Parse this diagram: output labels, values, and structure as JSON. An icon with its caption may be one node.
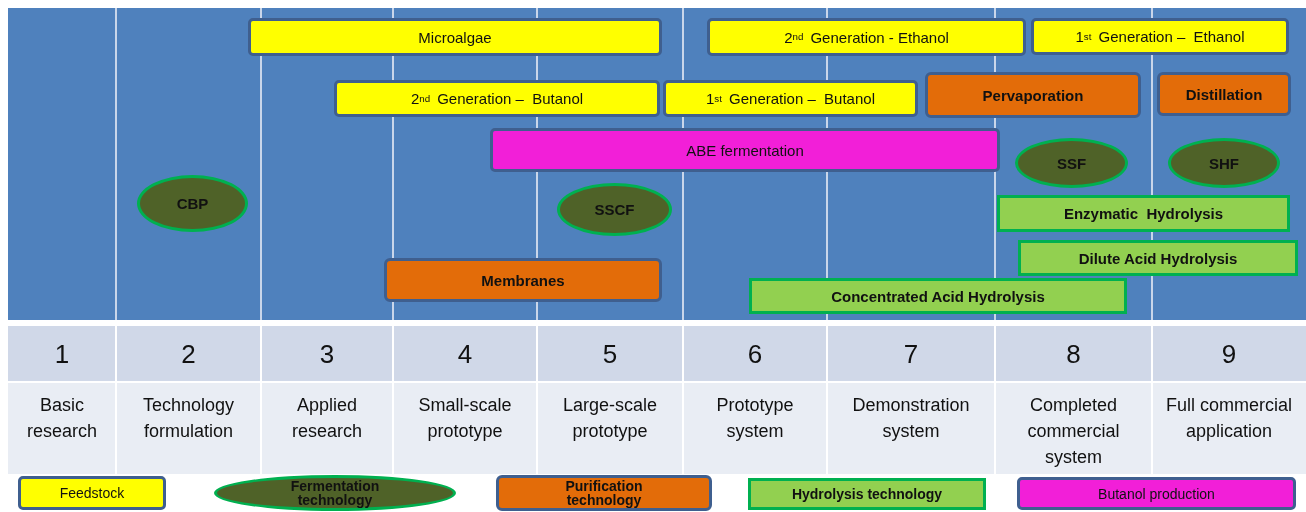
{
  "diagram": {
    "nodes": [
      {
        "text": [
          "Microalgae"
        ]
      },
      {
        "text": [
          "2$^{nd}$ Generation - Ethanol"
        ]
      },
      {
        "text": [
          "1$^{st}$ Generation –  Ethanol"
        ]
      },
      {
        "text": [
          "Pervaporation"
        ]
      },
      {
        "text": [
          "Distillation"
        ]
      },
      {
        "text": [
          "2$^{nd}$ Generation –  Butanol"
        ]
      },
      {
        "text": [
          "1$^{st}$ Generation –  Butanol"
        ]
      },
      {
        "text": [
          "ABE fermentation"
        ]
      },
      {
        "text": [
          "SSF"
        ]
      },
      {
        "text": [
          "SHF"
        ]
      },
      {
        "text": [
          "CBP"
        ]
      },
      {
        "text": [
          "SSCF"
        ]
      },
      {
        "text": [
          "Enzymatic  Hydrolysis"
        ]
      },
      {
        "text": [
          "Dilute Acid Hydrolysis"
        ]
      },
      {
        "text": [
          "Membranes"
        ]
      },
      {
        "text": [
          "Concentrated Acid Hydrolysis"
        ]
      }
    ],
    "labels": [
      "1",
      "2",
      "3",
      "4",
      "5",
      "6",
      "7",
      "8",
      "9",
      "Basic research",
      "Technology formulation",
      "Applied research",
      "Small-scale prototype",
      "Large-scale prototype",
      "Prototype system",
      "Demonstration system",
      "Completed commercial system",
      "Full commercial application"
    ],
    "legend": [
      {
        "text": "Feedstock",
        "color": "#ffff00"
      },
      {
        "text": "Fermentation technology",
        "color": "#4f6228"
      },
      {
        "text": "Purification technology",
        "color": "#e36c09"
      },
      {
        "text": "Hydrolysis technology",
        "color": "#92d050"
      },
      {
        "text": "Butanol production",
        "color": "#f21fd8"
      }
    ]
  }
}
